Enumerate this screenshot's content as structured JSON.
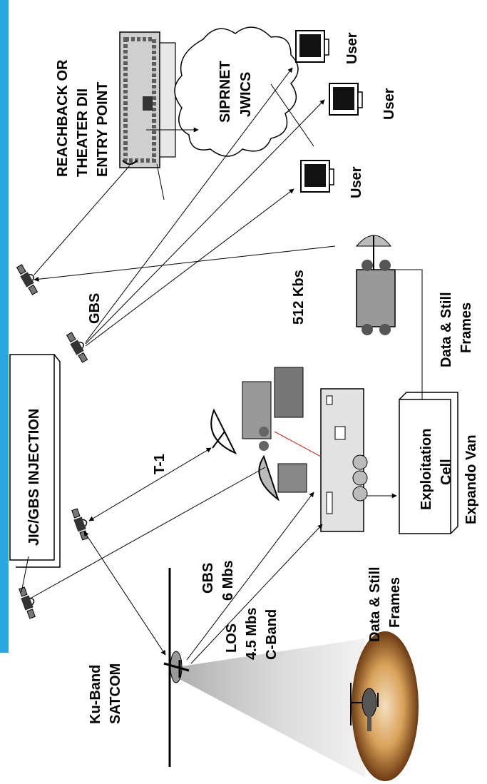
{
  "colors": {
    "accent_stripe": "#2aa7df",
    "drone_field_outer": "#6b3a12",
    "drone_field_inner": "#e8c594",
    "laser_line": "#d02020"
  },
  "labels": {
    "injection": "JIC/GBS INJECTION",
    "reachback": [
      "REACHBACK OR",
      "THEATER DII",
      "ENTRY POINT"
    ],
    "cloud": [
      "SIPRNET",
      "JWICS"
    ],
    "user_top": "User",
    "user_mid": "User",
    "user_bot": "User",
    "gbs_top": "GBS",
    "rate_512": "512 Kbs",
    "data_frames_top": [
      "Data & Still",
      "Frames"
    ],
    "t1": "T-1",
    "exploitation": [
      "Exploitation",
      "Cell"
    ],
    "expando": "Expando Van",
    "gbs_6mbs": [
      "GBS",
      "6 Mbs"
    ],
    "data_frames_bottom": [
      "Data & Still",
      "Frames"
    ],
    "los": [
      "LOS",
      "4.5 Mbs",
      "C-Band"
    ],
    "ku_satcom": [
      "Ku-Band",
      "SATCOM"
    ]
  },
  "icons": [
    "satellite-icon",
    "building-icon",
    "cloud-icon",
    "monitor-icon",
    "truck-icon",
    "dish-icon",
    "helicopter-icon",
    "van-icon",
    "drone-icon"
  ]
}
